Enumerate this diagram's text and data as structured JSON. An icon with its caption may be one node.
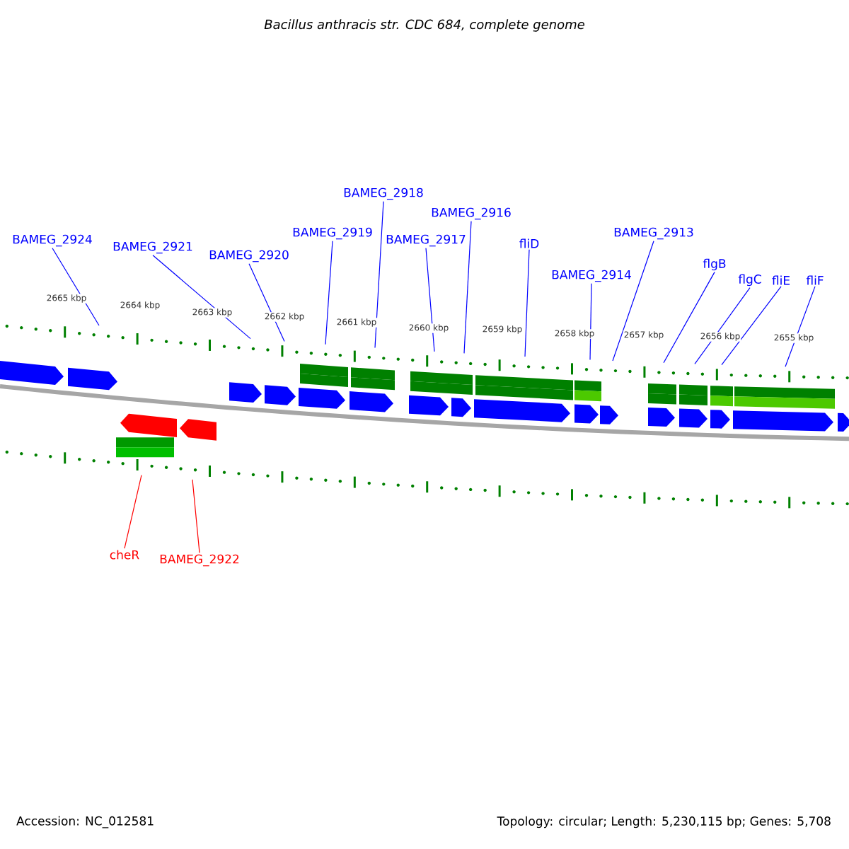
{
  "diagram": {
    "title": "Bacillus anthracis str. CDC 684, complete genome",
    "nodes": [
      {
        "text": [
          "BAMEG_2924"
        ]
      },
      {
        "text": [
          "BAMEG_2921"
        ]
      },
      {
        "text": [
          "BAMEG_2920"
        ]
      },
      {
        "text": [
          "BAMEG_2919"
        ]
      },
      {
        "text": [
          "BAMEG_2918"
        ]
      },
      {
        "text": [
          "BAMEG_2917"
        ]
      },
      {
        "text": [
          "BAMEG_2916"
        ]
      },
      {
        "text": [
          "fliD"
        ]
      },
      {
        "text": [
          "BAMEG_2914"
        ]
      },
      {
        "text": [
          "BAMEG_2913"
        ]
      },
      {
        "text": [
          "flgB"
        ]
      },
      {
        "text": [
          "flgC"
        ]
      },
      {
        "text": [
          "fliE"
        ]
      },
      {
        "text": [
          "fliF"
        ]
      },
      {
        "text": [
          "cheR"
        ]
      },
      {
        "text": [
          "BAMEG_2922"
        ]
      }
    ],
    "edges": [
      {
        "from": 0,
        "to": null,
        "arrow": "none"
      },
      {
        "from": 1,
        "to": null,
        "arrow": "none"
      },
      {
        "from": 2,
        "to": null,
        "arrow": "none"
      },
      {
        "from": 3,
        "to": null,
        "arrow": "none"
      },
      {
        "from": 4,
        "to": null,
        "arrow": "none"
      },
      {
        "from": 5,
        "to": null,
        "arrow": "none"
      },
      {
        "from": 6,
        "to": null,
        "arrow": "none"
      },
      {
        "from": 7,
        "to": null,
        "arrow": "none"
      },
      {
        "from": 8,
        "to": null,
        "arrow": "none"
      },
      {
        "from": 9,
        "to": null,
        "arrow": "none"
      },
      {
        "from": 10,
        "to": null,
        "arrow": "none"
      },
      {
        "from": 11,
        "to": null,
        "arrow": "none"
      },
      {
        "from": 12,
        "to": null,
        "arrow": "none"
      },
      {
        "from": 13,
        "to": null,
        "arrow": "none"
      },
      {
        "from": 14,
        "to": null,
        "arrow": "none",
        "color": "#ff0000"
      },
      {
        "from": 15,
        "to": null,
        "arrow": "none",
        "color": "#ff0000"
      }
    ],
    "labels": [
      "2665 kbp",
      "2664 kbp",
      "2663 kbp",
      "2662 kbp",
      "2661 kbp",
      "2660 kbp",
      "2659 kbp",
      "2658 kbp",
      "2657 kbp",
      "2656 kbp",
      "2655 kbp",
      "Accession: NC_012581",
      "Topology: circular; Length: 5,230,115 bp; Genes: 5,708"
    ]
  }
}
